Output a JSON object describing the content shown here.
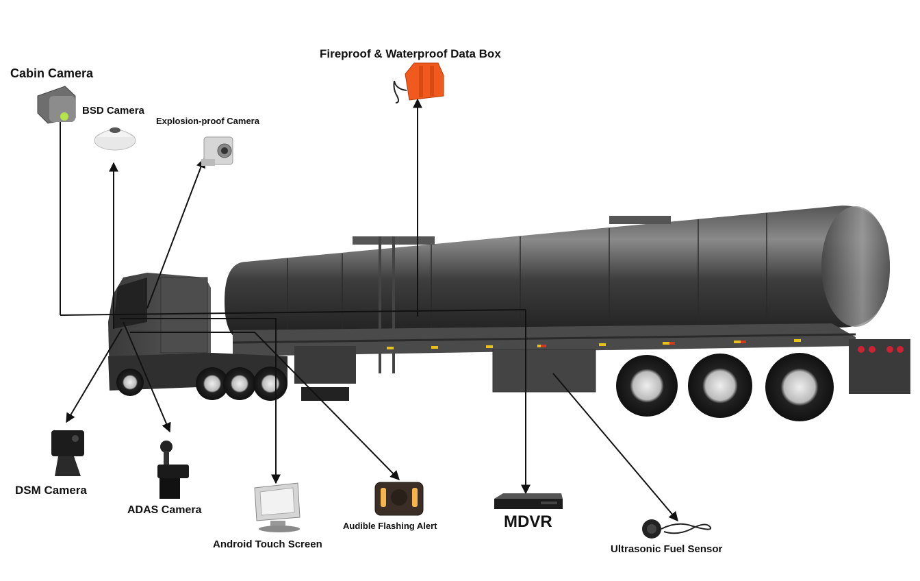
{
  "labels": {
    "cabin_camera": "Cabin Camera",
    "bsd_camera": "BSD Camera",
    "explosion_proof_camera": "Explosion-proof Camera",
    "data_box": "Fireproof & Waterproof Data Box",
    "dsm_camera": "DSM Camera",
    "adas_camera": "ADAS Camera",
    "android_touch_screen": "Android Touch Screen",
    "audible_flashing_alert": "Audible Flashing Alert",
    "mdvr": "MDVR",
    "ultrasonic_fuel_sensor": "Ultrasonic Fuel Sensor"
  },
  "colors": {
    "tank": "#3a3a3a",
    "tank_highlight": "#8a8a8a",
    "data_box": "#f05a1e",
    "connector_line": "#111111",
    "alert_light": "#f5b54a",
    "cabin_camera_lens": "#b6e34a"
  }
}
